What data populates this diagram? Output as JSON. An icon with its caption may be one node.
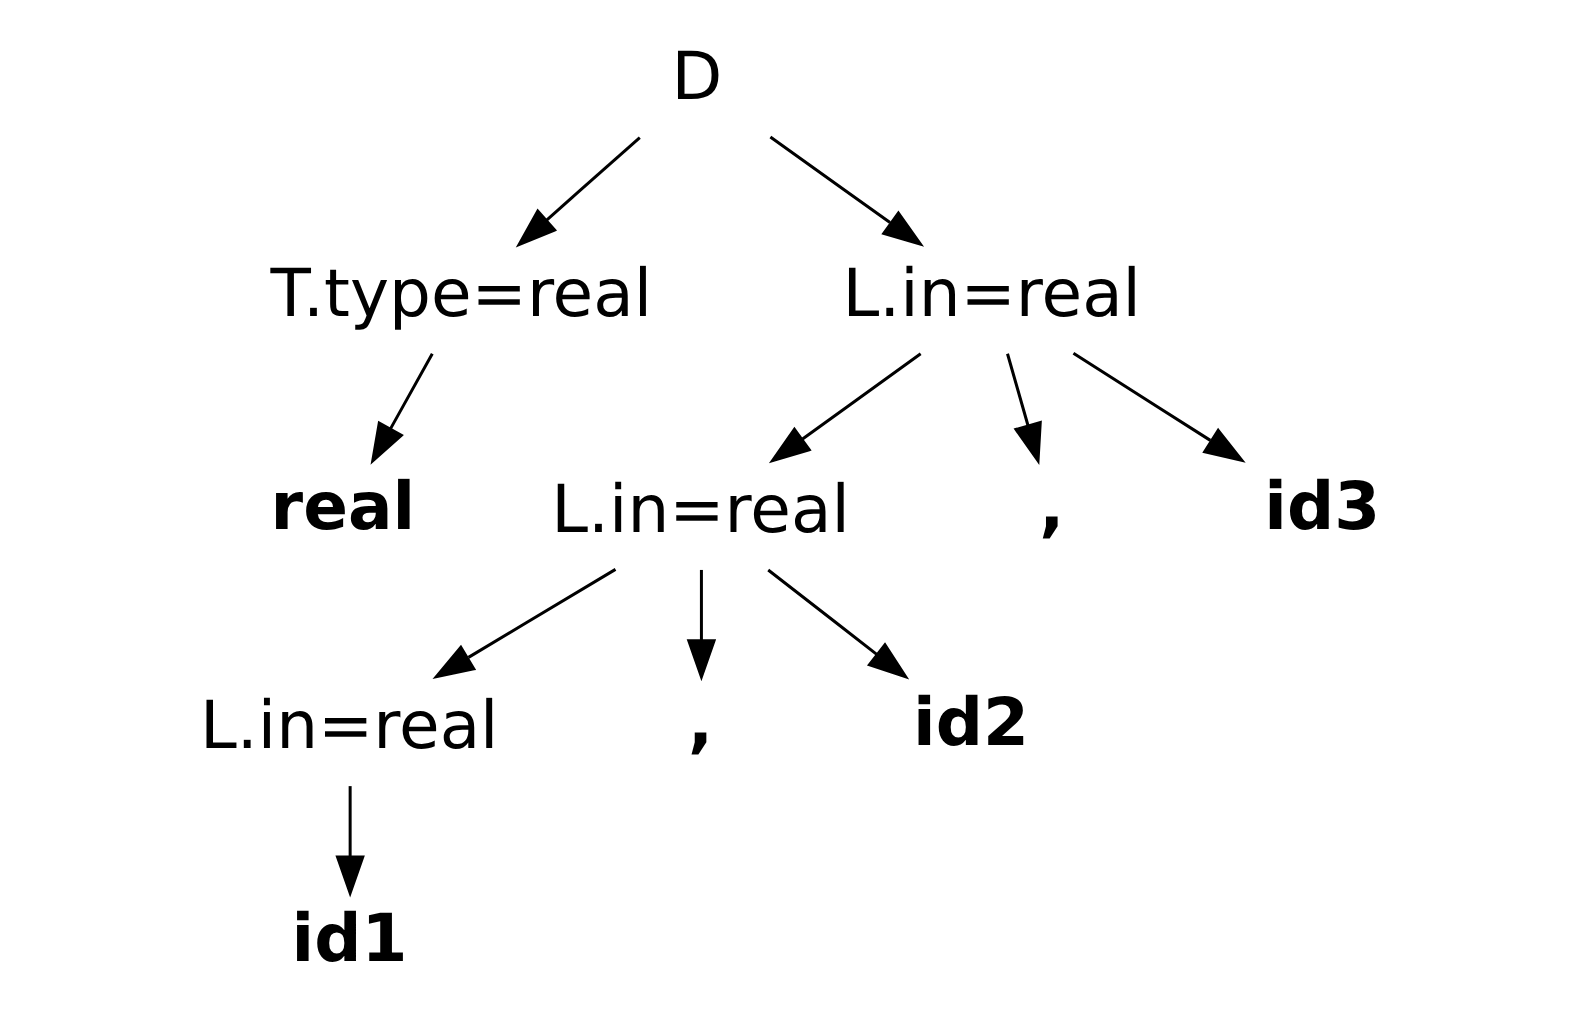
{
  "diagram": {
    "nodes": [
      {
        "text": [
          "D"
        ]
      },
      {
        "text": [
          "T.type=real"
        ]
      },
      {
        "text": [
          "L.in=real"
        ]
      },
      {
        "text": [
          "real"
        ]
      },
      {
        "text": [
          "L.in=real"
        ]
      },
      {
        "text": [
          ","
        ]
      },
      {
        "text": [
          "id3"
        ]
      },
      {
        "text": [
          "L.in=real"
        ]
      },
      {
        "text": [
          ","
        ]
      },
      {
        "text": [
          "id2"
        ]
      },
      {
        "text": [
          "id1"
        ]
      }
    ],
    "edges": [
      {
        "from": 0,
        "to": 1,
        "arrow": "to"
      },
      {
        "from": 0,
        "to": 2,
        "arrow": "to"
      },
      {
        "from": 1,
        "to": 3,
        "arrow": "to"
      },
      {
        "from": 2,
        "to": 4,
        "arrow": "to"
      },
      {
        "from": 2,
        "to": 5,
        "arrow": "to"
      },
      {
        "from": 2,
        "to": 6,
        "arrow": "to"
      },
      {
        "from": 4,
        "to": 7,
        "arrow": "to"
      },
      {
        "from": 4,
        "to": 8,
        "arrow": "to"
      },
      {
        "from": 4,
        "to": 9,
        "arrow": "to"
      },
      {
        "from": 7,
        "to": 10,
        "arrow": "to"
      }
    ]
  }
}
